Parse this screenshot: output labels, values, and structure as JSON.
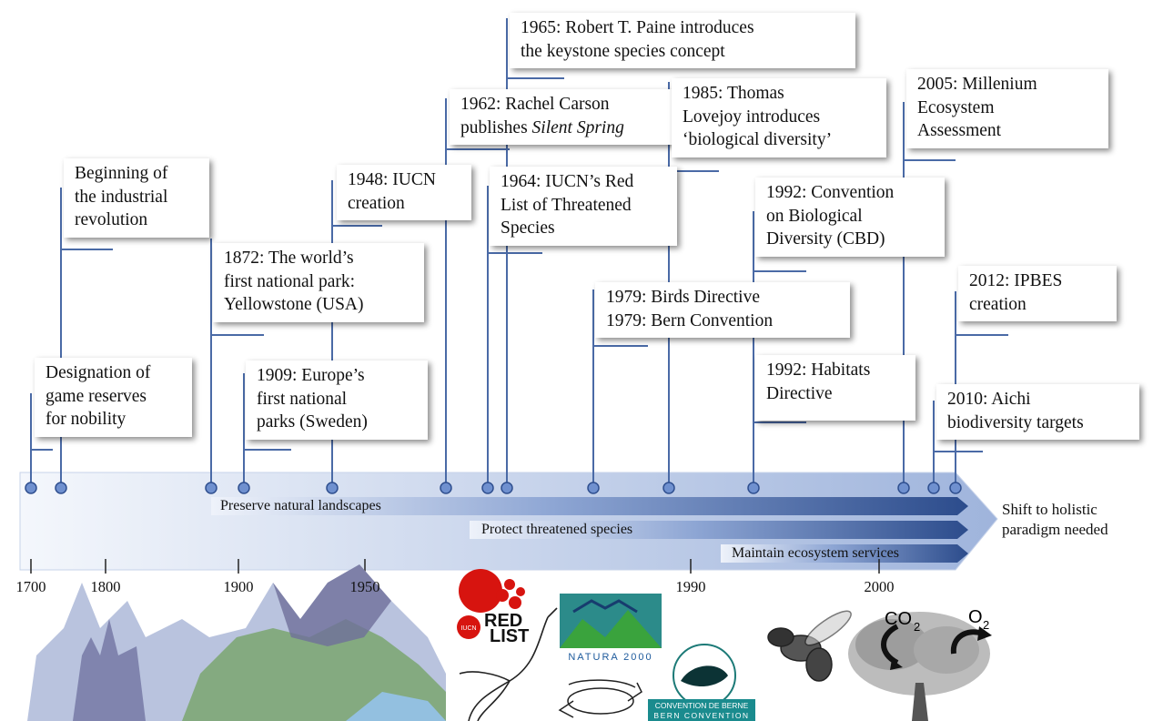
{
  "events": [
    {
      "id": "game-reserves",
      "lines": [
        "Designation of",
        "game reserves",
        "for nobility"
      ]
    },
    {
      "id": "industrial-revolution",
      "lines": [
        "Beginning of",
        "the industrial",
        "revolution"
      ]
    },
    {
      "id": "1872",
      "lines": [
        "1872: The world’s",
        "first national park:",
        "Yellowstone (USA)"
      ]
    },
    {
      "id": "1909",
      "lines": [
        "1909: Europe’s",
        "first national",
        "parks (Sweden)"
      ]
    },
    {
      "id": "1948",
      "lines": [
        "1948: IUCN",
        "creation"
      ]
    },
    {
      "id": "1962",
      "lines": [
        "1962: Rachel Carson",
        "publishes "
      ],
      "italic": "Silent Spring"
    },
    {
      "id": "1964",
      "lines": [
        "1964: IUCN’s Red",
        "List of Threatened",
        "Species"
      ]
    },
    {
      "id": "1965",
      "lines": [
        "1965: Robert T. Paine introduces",
        "the keystone species concept"
      ]
    },
    {
      "id": "1979",
      "lines": [
        "1979: Birds Directive",
        "1979: Bern Convention"
      ]
    },
    {
      "id": "1985",
      "lines": [
        "1985: Thomas",
        "Lovejoy introduces",
        "‘biological diversity’"
      ]
    },
    {
      "id": "1992-cbd",
      "lines": [
        "1992: Convention",
        "on Biological",
        "Diversity (CBD)"
      ]
    },
    {
      "id": "1992-habitats",
      "lines": [
        "1992: Habitats",
        "Directive"
      ]
    },
    {
      "id": "2005",
      "lines": [
        "2005: Millenium",
        "Ecosystem",
        "Assessment"
      ]
    },
    {
      "id": "2010",
      "lines": [
        "2010: Aichi",
        "biodiversity targets"
      ]
    },
    {
      "id": "2012",
      "lines": [
        "2012: IPBES",
        "creation"
      ]
    }
  ],
  "paradigm_arrows": [
    {
      "label": "Preserve natural landscapes"
    },
    {
      "label": "Protect threatened species"
    },
    {
      "label": "Maintain ecosystem services"
    }
  ],
  "shift_text": [
    "Shift to holistic",
    "paradigm needed"
  ],
  "axis_ticks": [
    "1700",
    "1800",
    "1900",
    "1950",
    "1990",
    "2000"
  ],
  "illustrations": {
    "redlist_logo_text": [
      "RED",
      "LIST"
    ],
    "iucn_badge": "IUCN",
    "natura_text": "NATURA 2000",
    "bern_text": [
      "CONVENTION DE BERNE",
      "BERN CONVENTION"
    ],
    "co2_label": "CO",
    "co2_sub": "2",
    "o2_label": "O",
    "o2_sub": "2"
  },
  "colors": {
    "timeline_line": "#4a6aa6",
    "arrow_dark": "#2f4f8f",
    "band_light": "#dde6f4"
  }
}
